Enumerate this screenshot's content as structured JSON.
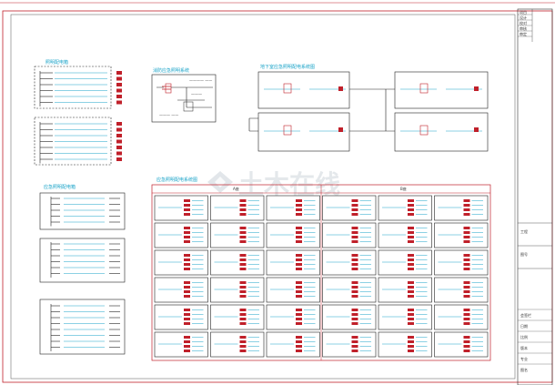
{
  "colors": {
    "accent_red": "#c0202a",
    "accent_cyan": "#1aa3c8",
    "frame": "#c0202a",
    "ink": "#222222"
  },
  "watermark": {
    "text": "土木在线",
    "icon": "watermark-logo-icon"
  },
  "labels": {
    "panel_top_left": "照明配电箱",
    "panel_top_mid": "消防应急照明系统",
    "panel_top_right": "地下室应急照明配电系统图",
    "panel_mid_left": "应急照明配电箱",
    "panel_grid": "应急照明配电系统图"
  },
  "grid": {
    "header_left": "A座",
    "header_right": "B座"
  },
  "title_block": {
    "rows_top": [
      "项目",
      "设计",
      "校对",
      "审核",
      "审定"
    ],
    "rows_mid": [
      "工程",
      "图号"
    ],
    "rows_bottom": [
      "会签栏",
      "日期",
      "比例",
      "版本",
      "专业",
      "图名"
    ]
  }
}
